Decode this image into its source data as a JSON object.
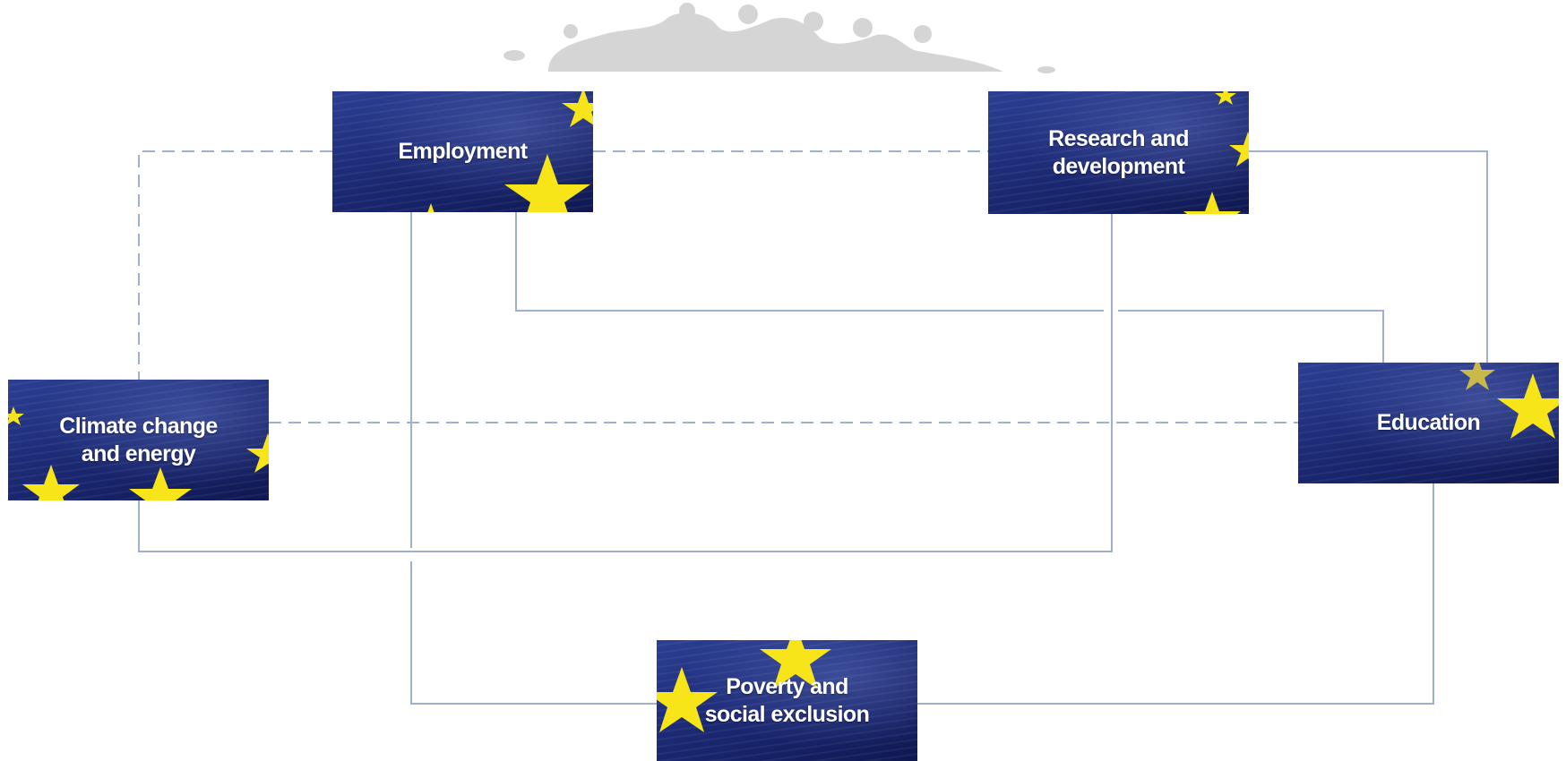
{
  "nodes": {
    "employment": {
      "label": "Employment"
    },
    "research": {
      "label": "Research and\ndevelopment"
    },
    "climate": {
      "label": "Climate change\nand energy"
    },
    "education": {
      "label": "Education"
    },
    "poverty": {
      "label": "Poverty and\nsocial exclusion"
    }
  },
  "colors": {
    "line": "#9fb0cf",
    "node_bg": "#1d2c78",
    "star": "#f7e51a",
    "label": "#ffffff",
    "decoration": "#d5d5d5"
  },
  "icons": {
    "node_decoration": "eu-star-icon",
    "header_decoration": "grey-figures-silhouette"
  }
}
